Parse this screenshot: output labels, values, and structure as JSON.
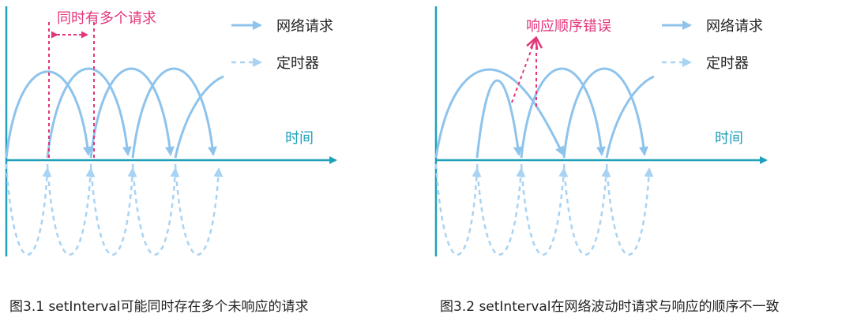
{
  "colors": {
    "axis": "#1fa0b8",
    "request": "#8ec3ec",
    "timer": "#a9d3f3",
    "highlight": "#e2357a"
  },
  "left": {
    "annotation": "同时有多个请求",
    "legend_request": "网络请求",
    "legend_timer": "定时器",
    "axis_label": "时间",
    "caption": "图3.1 setInterval可能同时存在多个未响应的请求"
  },
  "right": {
    "annotation": "响应顺序错误",
    "legend_request": "网络请求",
    "legend_timer": "定时器",
    "axis_label": "时间",
    "caption": "图3.2 setInterval在网络波动时请求与响应的顺序不一致"
  }
}
